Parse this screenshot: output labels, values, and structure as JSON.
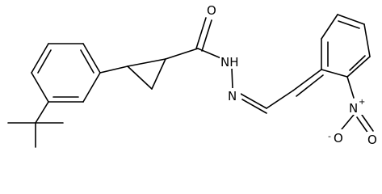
{
  "molecule": {
    "atoms": {
      "carbonyl_oxygen": "O",
      "amide_nh": "NH",
      "imine_n": "N",
      "nitro_n": "N",
      "nitro_plus": "+",
      "nitro_o_double": "O",
      "nitro_o_minus": "O",
      "nitro_minus": "-"
    }
  }
}
